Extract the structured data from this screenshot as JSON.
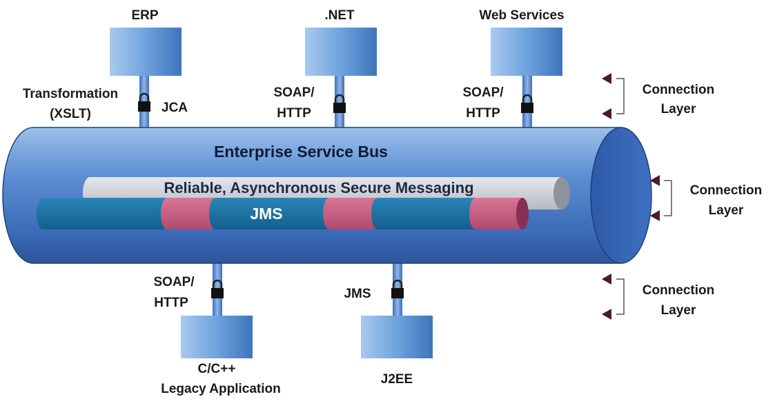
{
  "systems": {
    "erp": "ERP",
    "dotnet": ".NET",
    "web_services": "Web Services",
    "legacy_line1": "C/C++",
    "legacy_line2": "Legacy Application",
    "j2ee": "J2EE"
  },
  "connectors": {
    "transformation_line1": "Transformation",
    "transformation_line2": "(XSLT)",
    "jca": "JCA",
    "soap": "SOAP/",
    "http": "HTTP",
    "jms": "JMS"
  },
  "bus": {
    "title": "Enterprise Service Bus",
    "messaging": "Reliable, Asynchronous Secure Messaging",
    "jms": "JMS"
  },
  "connection_layer": {
    "line1": "Connection",
    "line2": "Layer"
  },
  "colors": {
    "bus_blue": "#3f6fc0",
    "box_blue": "#5b95d6",
    "jms_teal": "#1a6fa0",
    "jms_pink": "#c45a7e",
    "grey_tube": "#c9cdd2",
    "arrow": "#4a1a30"
  }
}
